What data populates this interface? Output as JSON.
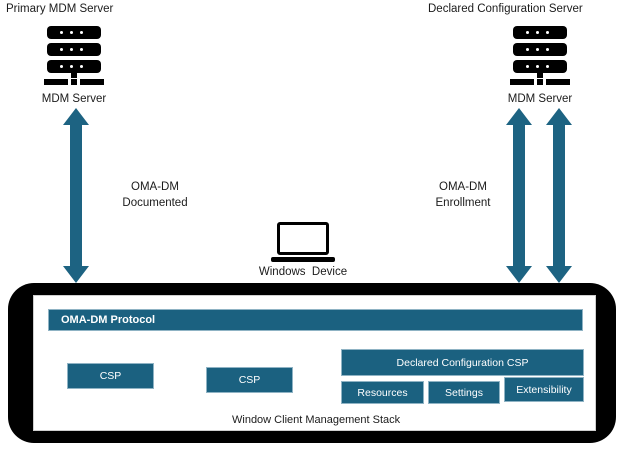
{
  "diagram": {
    "title_left": "Primary MDM Server",
    "title_right": "Declared Configuration Server",
    "server_left_label": "MDM Server",
    "server_right_label": "MDM Server",
    "device_label": "Windows  Device",
    "flow_left_line1": "OMA-DM",
    "flow_left_line2": "Documented",
    "flow_right_line1": "OMA-DM",
    "flow_right_line2": "Enrollment"
  },
  "stack": {
    "protocol_bar": "OMA-DM Protocol",
    "csp_left": "CSP",
    "csp_middle": "CSP",
    "declared_config_csp": "Declared Configuration CSP",
    "sub_boxes": [
      {
        "label": "Resources"
      },
      {
        "label": "Settings"
      },
      {
        "label": "Extensibility"
      }
    ],
    "caption": "Window Client Management Stack"
  },
  "colors": {
    "teal": "#1b6180",
    "arrow_teal": "#1d6382",
    "black": "#000000",
    "text": "#1b1b1b",
    "white": "#ffffff"
  },
  "icons": {
    "server": "server-rack-icon",
    "laptop": "laptop-icon",
    "arrow_double": "double-headed-vertical-arrow-icon"
  }
}
